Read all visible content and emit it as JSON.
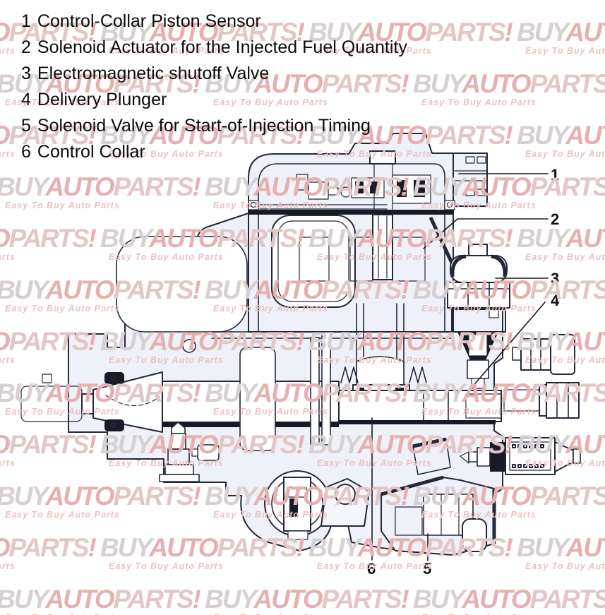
{
  "legend": {
    "items": [
      {
        "num": "1",
        "label": "Control-Collar Piston Sensor"
      },
      {
        "num": "2",
        "label": "Solenoid Actuator for the Injected Fuel Quantity"
      },
      {
        "num": "3",
        "label": "Electromagnetic shutoff Valve"
      },
      {
        "num": "4",
        "label": "Delivery Plunger"
      },
      {
        "num": "5",
        "label": "Solenoid Valve for Start-of-Injection Timing"
      },
      {
        "num": "6",
        "label": "Control Collar"
      }
    ]
  },
  "watermark": {
    "brand_parts": [
      {
        "text": "BUY",
        "color": "#d8d0d0"
      },
      {
        "text": "AUTO",
        "color": "#e7b0b0"
      },
      {
        "text": "PARTS",
        "color": "#e3c6c6"
      },
      {
        "text": "!",
        "color": "#e7b0b0"
      }
    ],
    "tagline": "Easy To Buy Auto Parts",
    "tagline_color": "#eac2c2"
  },
  "diagram": {
    "line_color": "#232838",
    "fill_color": "#eef1f8"
  }
}
